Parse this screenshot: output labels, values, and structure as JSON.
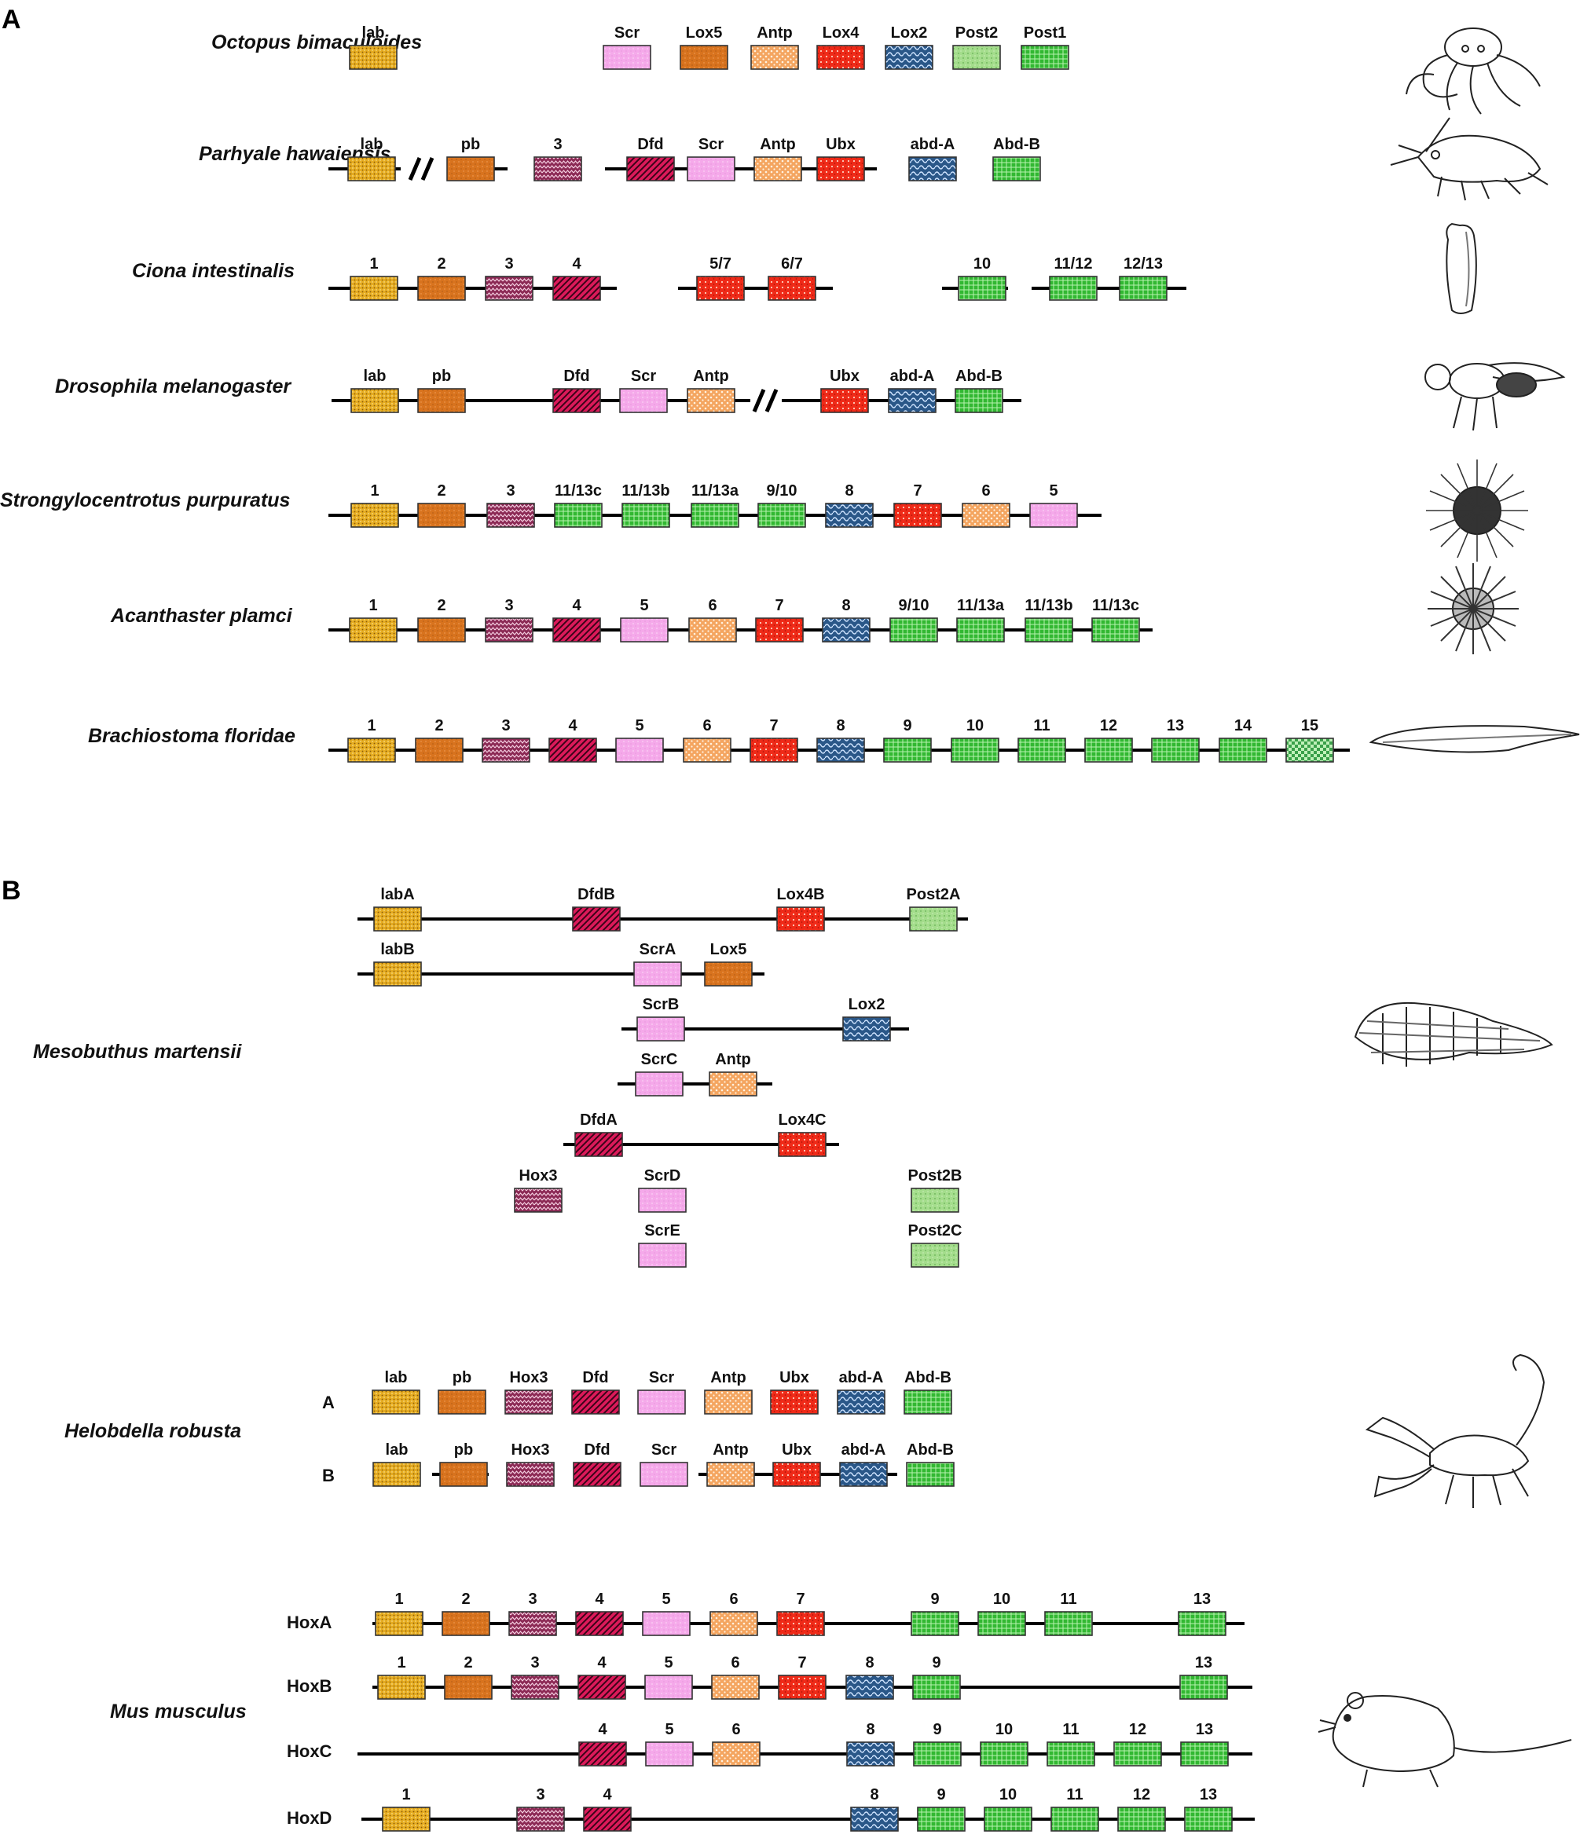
{
  "panels": [
    "A",
    "B"
  ],
  "colors": {
    "lab": "#e6ad22",
    "pb": "#d8731e",
    "hox3": "#8c2a55",
    "dfd": "#dc1a5a",
    "scr": "#f5a9ea",
    "antp": "#f4a560",
    "ubx": "#ef2a18",
    "abdA": "#2a5788",
    "abdB": "#32b832",
    "post2": "#a4dd8c",
    "hox15": "#3aa04a"
  },
  "illustrations": [
    "octopus-icon",
    "amphipod-icon",
    "tunicate-icon",
    "fly-icon",
    "sea-urchin-icon",
    "starfish-icon",
    "lancelet-icon",
    "leech-icon",
    "scorpion-icon",
    "mouse-icon"
  ],
  "panelA": [
    {
      "species": "Octopus bimaculoides",
      "genes": [
        {
          "label": "lab",
          "type": "lab"
        },
        {
          "label": "Scr",
          "type": "scr"
        },
        {
          "label": "Lox5",
          "type": "pb"
        },
        {
          "label": "Antp",
          "type": "antp"
        },
        {
          "label": "Lox4",
          "type": "ubx"
        },
        {
          "label": "Lox2",
          "type": "abdA"
        },
        {
          "label": "Post2",
          "type": "post2"
        },
        {
          "label": "Post1",
          "type": "abdB"
        }
      ]
    },
    {
      "species": "Parhyale hawaiensis",
      "genes": [
        {
          "label": "lab",
          "type": "lab"
        },
        {
          "label": "pb",
          "type": "pb"
        },
        {
          "label": "3",
          "type": "hox3"
        },
        {
          "label": "Dfd",
          "type": "dfd"
        },
        {
          "label": "Scr",
          "type": "scr"
        },
        {
          "label": "Antp",
          "type": "antp"
        },
        {
          "label": "Ubx",
          "type": "ubx"
        },
        {
          "label": "abd-A",
          "type": "abdA"
        },
        {
          "label": "Abd-B",
          "type": "abdB"
        }
      ]
    },
    {
      "species": "Ciona intestinalis",
      "genes": [
        {
          "label": "1",
          "type": "lab"
        },
        {
          "label": "2",
          "type": "pb"
        },
        {
          "label": "3",
          "type": "hox3"
        },
        {
          "label": "4",
          "type": "dfd"
        },
        {
          "label": "5/7",
          "type": "ubx"
        },
        {
          "label": "6/7",
          "type": "ubx"
        },
        {
          "label": "10",
          "type": "abdB"
        },
        {
          "label": "11/12",
          "type": "abdB"
        },
        {
          "label": "12/13",
          "type": "abdB"
        }
      ]
    },
    {
      "species": "Drosophila melanogaster",
      "genes": [
        {
          "label": "lab",
          "type": "lab"
        },
        {
          "label": "pb",
          "type": "pb"
        },
        {
          "label": "Dfd",
          "type": "dfd"
        },
        {
          "label": "Scr",
          "type": "scr"
        },
        {
          "label": "Antp",
          "type": "antp"
        },
        {
          "label": "Ubx",
          "type": "ubx"
        },
        {
          "label": "abd-A",
          "type": "abdA"
        },
        {
          "label": "Abd-B",
          "type": "abdB"
        }
      ]
    },
    {
      "species": "Strongylocentrotus purpuratus",
      "genes": [
        {
          "label": "1",
          "type": "lab"
        },
        {
          "label": "2",
          "type": "pb"
        },
        {
          "label": "3",
          "type": "hox3"
        },
        {
          "label": "11/13c",
          "type": "abdB"
        },
        {
          "label": "11/13b",
          "type": "abdB"
        },
        {
          "label": "11/13a",
          "type": "abdB"
        },
        {
          "label": "9/10",
          "type": "abdB"
        },
        {
          "label": "8",
          "type": "abdA"
        },
        {
          "label": "7",
          "type": "ubx"
        },
        {
          "label": "6",
          "type": "antp"
        },
        {
          "label": "5",
          "type": "scr"
        }
      ]
    },
    {
      "species": "Acanthaster plamci",
      "genes": [
        {
          "label": "1",
          "type": "lab"
        },
        {
          "label": "2",
          "type": "pb"
        },
        {
          "label": "3",
          "type": "hox3"
        },
        {
          "label": "4",
          "type": "dfd"
        },
        {
          "label": "5",
          "type": "scr"
        },
        {
          "label": "6",
          "type": "antp"
        },
        {
          "label": "7",
          "type": "ubx"
        },
        {
          "label": "8",
          "type": "abdA"
        },
        {
          "label": "9/10",
          "type": "abdB"
        },
        {
          "label": "11/13a",
          "type": "abdB"
        },
        {
          "label": "11/13b",
          "type": "abdB"
        },
        {
          "label": "11/13c",
          "type": "abdB"
        }
      ]
    },
    {
      "species": "Brachiostoma floridae",
      "genes": [
        {
          "label": "1",
          "type": "lab"
        },
        {
          "label": "2",
          "type": "pb"
        },
        {
          "label": "3",
          "type": "hox3"
        },
        {
          "label": "4",
          "type": "dfd"
        },
        {
          "label": "5",
          "type": "scr"
        },
        {
          "label": "6",
          "type": "antp"
        },
        {
          "label": "7",
          "type": "ubx"
        },
        {
          "label": "8",
          "type": "abdA"
        },
        {
          "label": "9",
          "type": "abdB"
        },
        {
          "label": "10",
          "type": "abdB"
        },
        {
          "label": "11",
          "type": "abdB"
        },
        {
          "label": "12",
          "type": "abdB"
        },
        {
          "label": "13",
          "type": "abdB"
        },
        {
          "label": "14",
          "type": "abdB"
        },
        {
          "label": "15",
          "type": "hox15"
        }
      ]
    }
  ],
  "mesobuthus": {
    "species": "Mesobuthus martensii",
    "rows": [
      {
        "genes": [
          {
            "label": "labA",
            "type": "lab"
          },
          {
            "label": "DfdB",
            "type": "dfd"
          },
          {
            "label": "Lox4B",
            "type": "ubx"
          },
          {
            "label": "Post2A",
            "type": "post2"
          }
        ]
      },
      {
        "genes": [
          {
            "label": "labB",
            "type": "lab"
          },
          {
            "label": "ScrA",
            "type": "scr"
          },
          {
            "label": "Lox5",
            "type": "pb"
          }
        ]
      },
      {
        "genes": [
          {
            "label": "ScrB",
            "type": "scr"
          },
          {
            "label": "Lox2",
            "type": "abdA"
          }
        ]
      },
      {
        "genes": [
          {
            "label": "ScrC",
            "type": "scr"
          },
          {
            "label": "Antp",
            "type": "antp"
          }
        ]
      },
      {
        "genes": [
          {
            "label": "DfdA",
            "type": "dfd"
          },
          {
            "label": "Lox4C",
            "type": "ubx"
          }
        ]
      },
      {
        "genes": [
          {
            "label": "Hox3",
            "type": "hox3"
          },
          {
            "label": "ScrD",
            "type": "scr"
          },
          {
            "label": "Post2B",
            "type": "post2"
          }
        ]
      },
      {
        "genes": [
          {
            "label": "ScrE",
            "type": "scr"
          },
          {
            "label": "Post2C",
            "type": "post2"
          }
        ]
      }
    ]
  },
  "helobdella": {
    "species": "Helobdella robusta",
    "rows": [
      {
        "label": "A",
        "genes": [
          {
            "label": "lab",
            "type": "lab"
          },
          {
            "label": "pb",
            "type": "pb"
          },
          {
            "label": "Hox3",
            "type": "hox3"
          },
          {
            "label": "Dfd",
            "type": "dfd"
          },
          {
            "label": "Scr",
            "type": "scr"
          },
          {
            "label": "Antp",
            "type": "antp"
          },
          {
            "label": "Ubx",
            "type": "ubx"
          },
          {
            "label": "abd-A",
            "type": "abdA"
          },
          {
            "label": "Abd-B",
            "type": "abdB"
          }
        ]
      },
      {
        "label": "B",
        "genes": [
          {
            "label": "lab",
            "type": "lab"
          },
          {
            "label": "pb",
            "type": "pb"
          },
          {
            "label": "Hox3",
            "type": "hox3"
          },
          {
            "label": "Dfd",
            "type": "dfd"
          },
          {
            "label": "Scr",
            "type": "scr"
          },
          {
            "label": "Antp",
            "type": "antp"
          },
          {
            "label": "Ubx",
            "type": "ubx"
          },
          {
            "label": "abd-A",
            "type": "abdA"
          },
          {
            "label": "Abd-B",
            "type": "abdB"
          }
        ]
      }
    ]
  },
  "mus": {
    "species": "Mus musculus",
    "rows": [
      {
        "label": "HoxA",
        "genes": [
          {
            "label": "1",
            "type": "lab"
          },
          {
            "label": "2",
            "type": "pb"
          },
          {
            "label": "3",
            "type": "hox3"
          },
          {
            "label": "4",
            "type": "dfd"
          },
          {
            "label": "5",
            "type": "scr"
          },
          {
            "label": "6",
            "type": "antp"
          },
          {
            "label": "7",
            "type": "ubx"
          },
          {
            "label": "9",
            "type": "abdB"
          },
          {
            "label": "10",
            "type": "abdB"
          },
          {
            "label": "11",
            "type": "abdB"
          },
          {
            "label": "13",
            "type": "abdB"
          }
        ]
      },
      {
        "label": "HoxB",
        "genes": [
          {
            "label": "1",
            "type": "lab"
          },
          {
            "label": "2",
            "type": "pb"
          },
          {
            "label": "3",
            "type": "hox3"
          },
          {
            "label": "4",
            "type": "dfd"
          },
          {
            "label": "5",
            "type": "scr"
          },
          {
            "label": "6",
            "type": "antp"
          },
          {
            "label": "7",
            "type": "ubx"
          },
          {
            "label": "8",
            "type": "abdA"
          },
          {
            "label": "9",
            "type": "abdB"
          },
          {
            "label": "13",
            "type": "abdB"
          }
        ]
      },
      {
        "label": "HoxC",
        "genes": [
          {
            "label": "4",
            "type": "dfd"
          },
          {
            "label": "5",
            "type": "scr"
          },
          {
            "label": "6",
            "type": "antp"
          },
          {
            "label": "8",
            "type": "abdA"
          },
          {
            "label": "9",
            "type": "abdB"
          },
          {
            "label": "10",
            "type": "abdB"
          },
          {
            "label": "11",
            "type": "abdB"
          },
          {
            "label": "12",
            "type": "abdB"
          },
          {
            "label": "13",
            "type": "abdB"
          }
        ]
      },
      {
        "label": "HoxD",
        "genes": [
          {
            "label": "1",
            "type": "lab"
          },
          {
            "label": "3",
            "type": "hox3"
          },
          {
            "label": "4",
            "type": "dfd"
          },
          {
            "label": "8",
            "type": "abdA"
          },
          {
            "label": "9",
            "type": "abdB"
          },
          {
            "label": "10",
            "type": "abdB"
          },
          {
            "label": "11",
            "type": "abdB"
          },
          {
            "label": "12",
            "type": "abdB"
          },
          {
            "label": "13",
            "type": "abdB"
          }
        ]
      }
    ]
  }
}
